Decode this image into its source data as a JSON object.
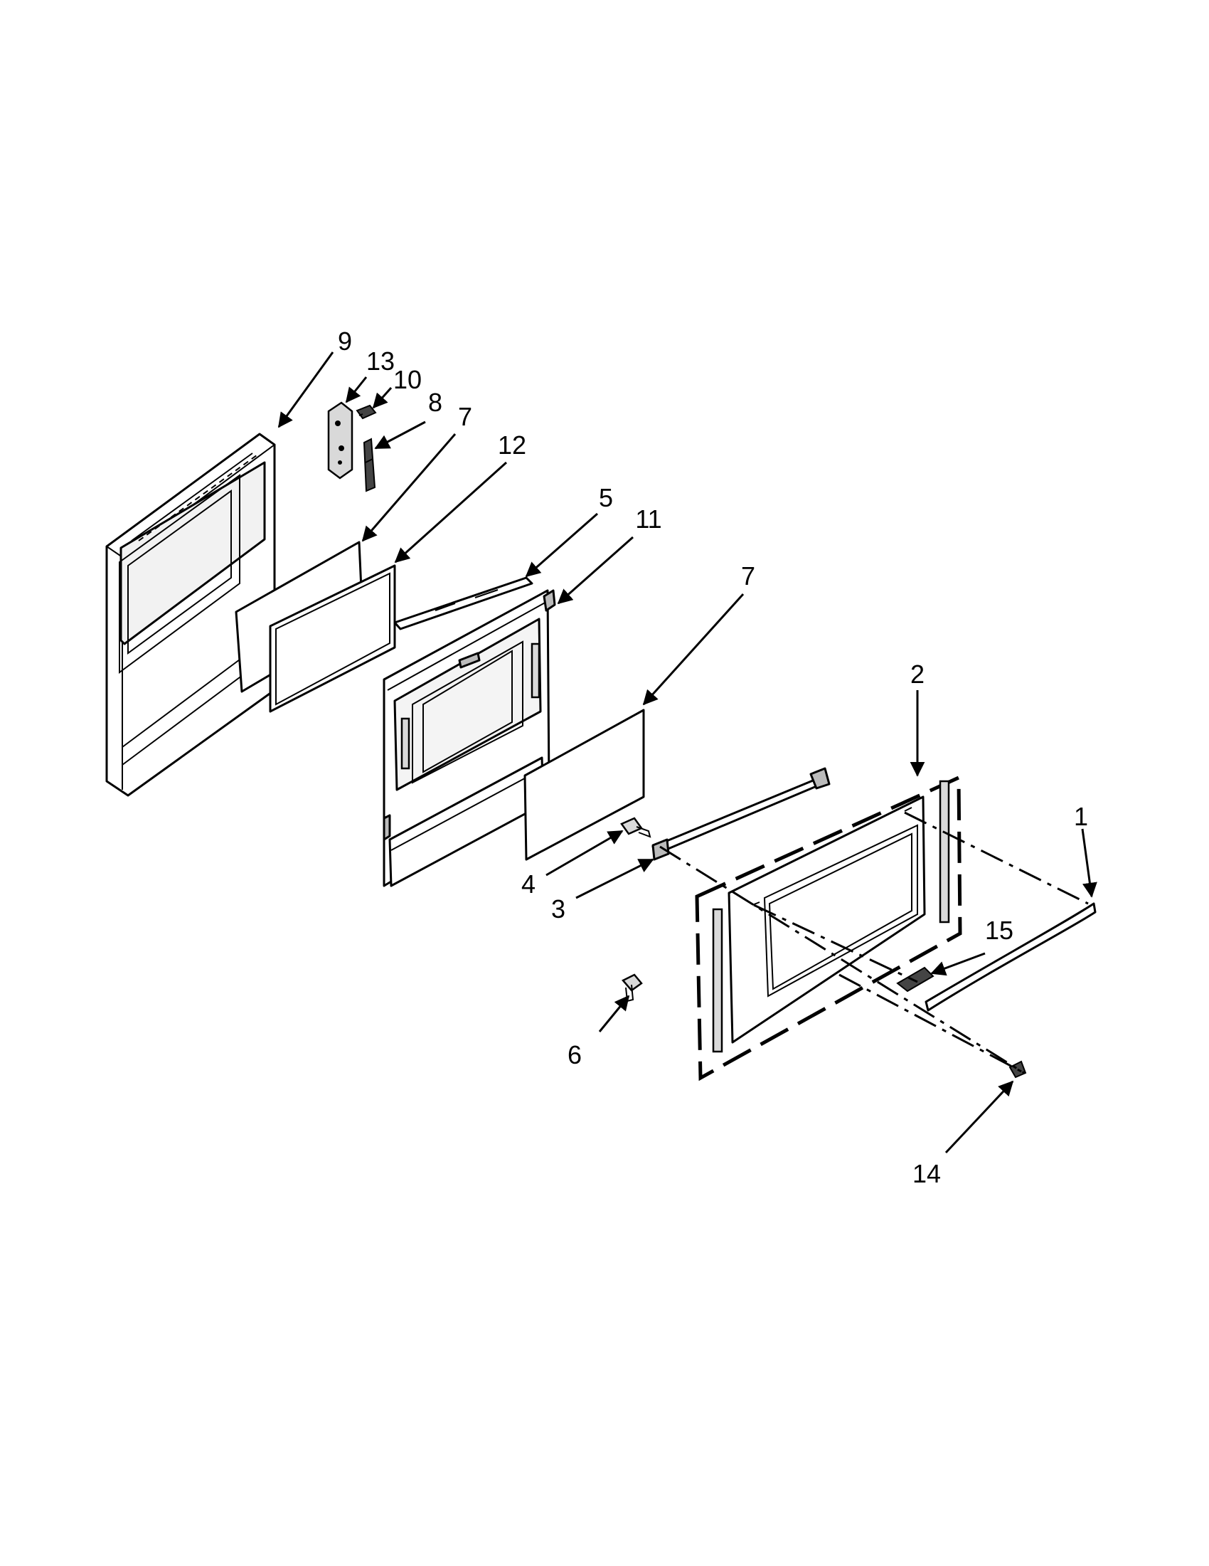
{
  "callouts": [
    "1",
    "2",
    "3",
    "4",
    "5",
    "6",
    "7",
    "7",
    "8",
    "9",
    "10",
    "11",
    "12",
    "13",
    "14",
    "15"
  ]
}
